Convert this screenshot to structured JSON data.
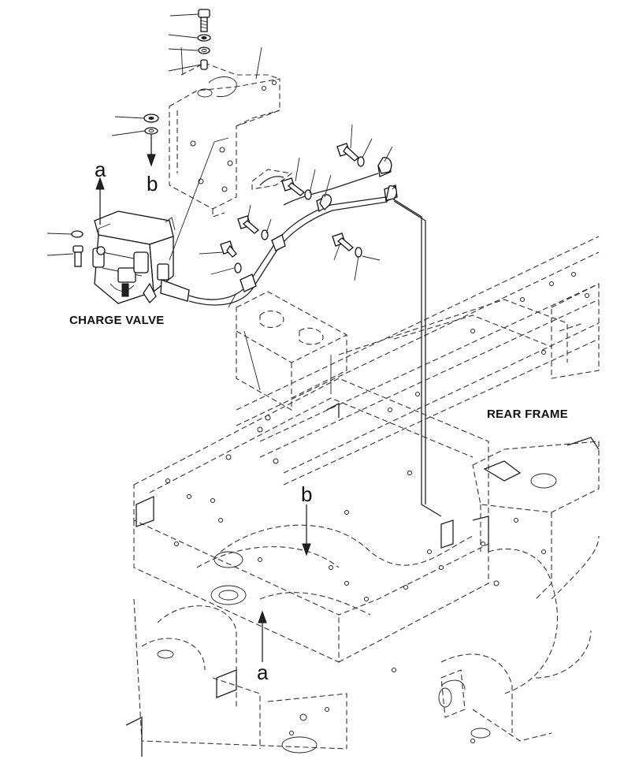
{
  "labels": {
    "charge_valve": "CHARGE VALVE",
    "rear_frame": "REAR FRAME"
  },
  "refs": {
    "a_top": "a",
    "b_top": "b",
    "b_bottom": "b",
    "a_bottom": "a"
  }
}
